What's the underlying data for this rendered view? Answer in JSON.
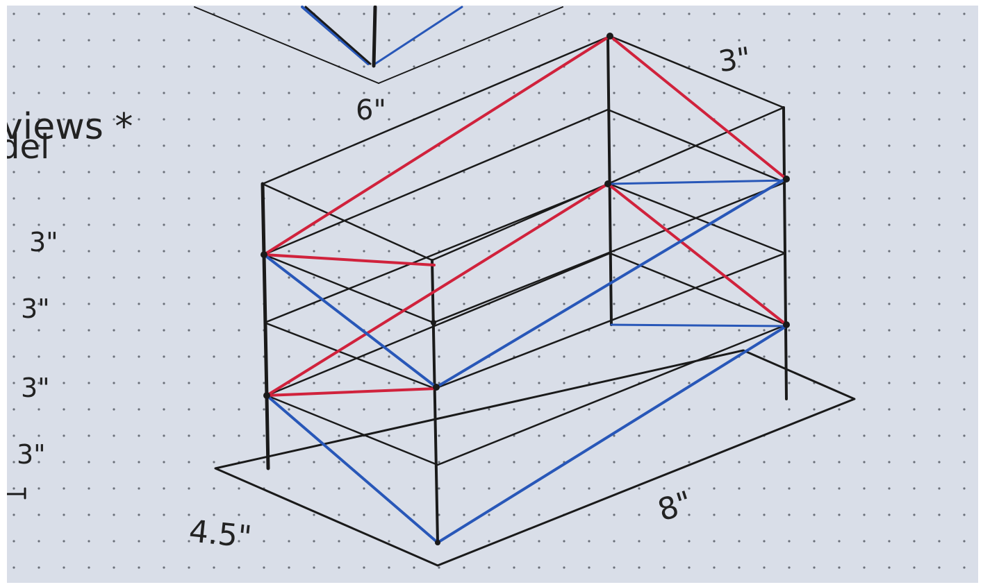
{
  "labels": {
    "left_partial_line1": "views *",
    "left_partial_line2": "del",
    "top_dimension": "6\"",
    "depth_top": "3\"",
    "floor_heights": [
      "3\"",
      "3\"",
      "3\"",
      "3\""
    ],
    "base_width": "4.5\"",
    "base_length": "8\""
  },
  "colors": {
    "paper": "#d9dee8",
    "ink": "#1a1a1a",
    "red_brace": "#d0223c",
    "blue_brace": "#2857b8"
  }
}
